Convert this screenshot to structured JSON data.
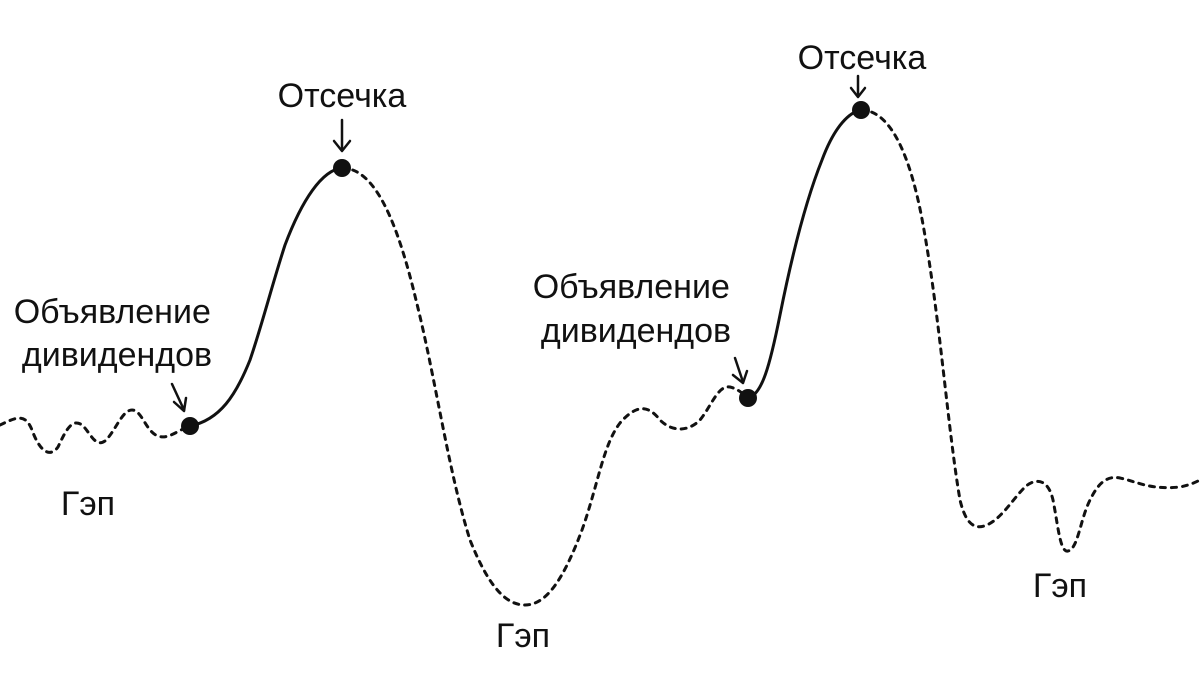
{
  "annotations": {
    "cutoff_1": "Отсечка",
    "cutoff_2": "Отсечка",
    "announcement_1": [
      "Объявление",
      "дивидендов"
    ],
    "announcement_2": [
      "Объявление",
      "дивидендов"
    ],
    "gap_1": "Гэп",
    "gap_2": "Гэп",
    "gap_3": "Гэп"
  },
  "colors": {
    "line": "#111111",
    "background": "#ffffff"
  }
}
